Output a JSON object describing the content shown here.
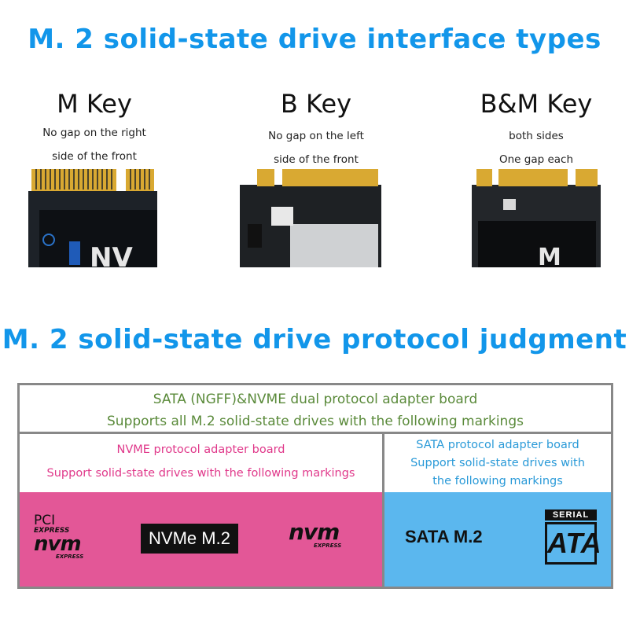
{
  "titles": {
    "interface": "M. 2 solid-state drive interface types",
    "protocol": "M. 2 solid-state drive protocol judgment"
  },
  "keys": [
    {
      "name": "M Key",
      "desc_line1": "No gap on the right",
      "desc_line2": "side of the front",
      "card_mark": "NV"
    },
    {
      "name": "B Key",
      "desc_line1": "No gap on the left",
      "desc_line2": "side of the front"
    },
    {
      "name": "B&M Key",
      "desc_line1": "both sides",
      "desc_line2": "One gap each",
      "card_mark": "M"
    }
  ],
  "table": {
    "dual_line1": "SATA (NGFF)&NVME dual protocol adapter board",
    "dual_line2": "Supports all M.2 solid-state drives with the following markings",
    "nvme_line1": "NVME protocol adapter board",
    "nvme_line2": "Support solid-state drives with the following markings",
    "sata_line1": "SATA protocol adapter board",
    "sata_line2": "Support solid-state drives with",
    "sata_line3": "the following markings"
  },
  "logos": {
    "pci_top": "PCI",
    "pci_express": "EXPRESS",
    "nvm": "nvm",
    "nvm_express": "EXPRESS",
    "nvme_m2": "NVMe M.2",
    "sata_m2": "SATA M.2",
    "serial": "SERIAL",
    "ata": "ATA"
  },
  "colors": {
    "title": "#1296ea",
    "dual_text": "#5a8a3a",
    "nvme_text": "#e0388a",
    "sata_text": "#2a9ad8",
    "nvme_fill": "#e35797",
    "sata_fill": "#5bb7ee"
  }
}
